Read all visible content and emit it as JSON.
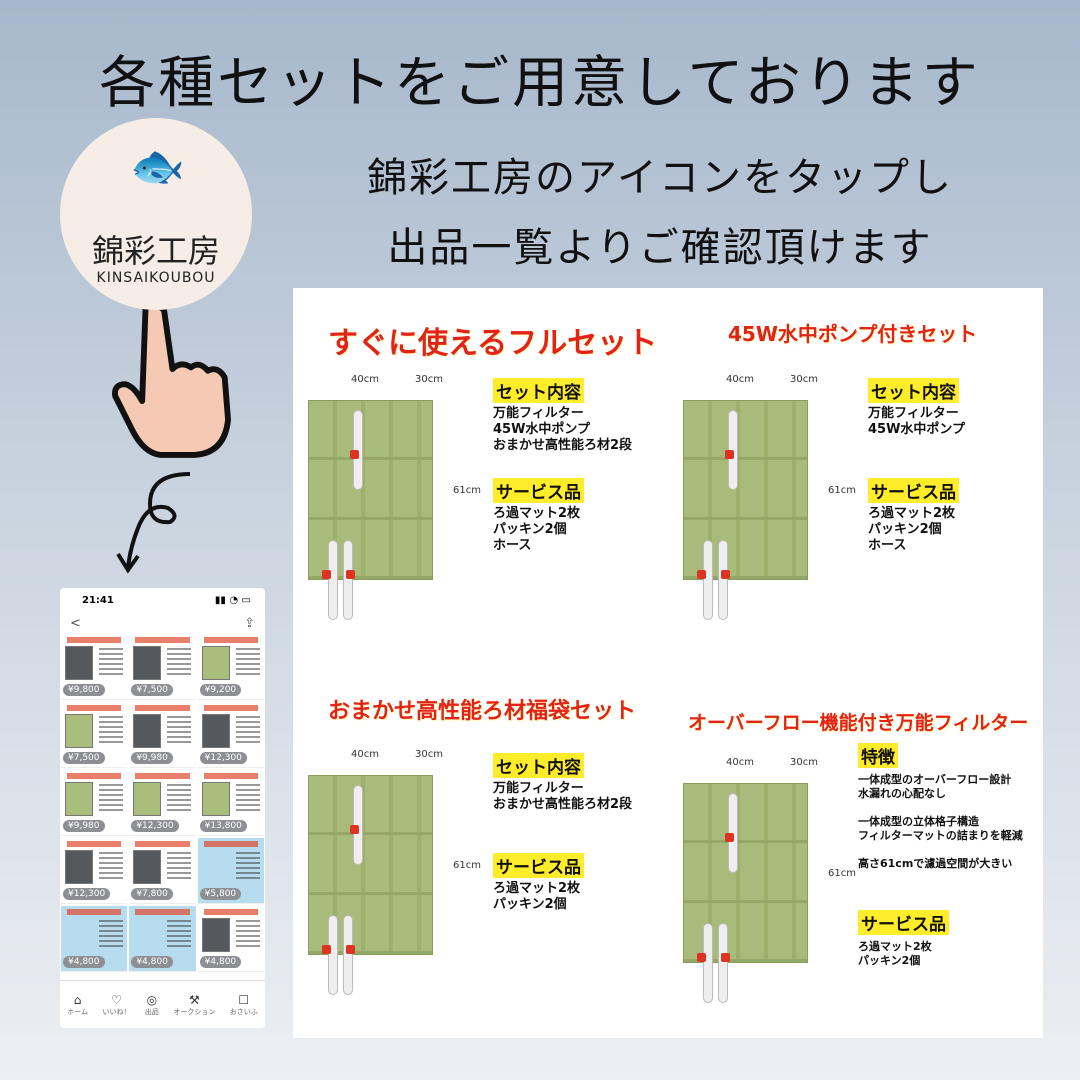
{
  "headline": "各種セットをご用意しております",
  "sub": [
    "錦彩工房のアイコンをタップし",
    "出品一覧よりご確認頂けます"
  ],
  "logo": {
    "name": "錦彩工房",
    "romaji": "KINSAIKOUBOU"
  },
  "phone": {
    "time": "21:41",
    "back": "<",
    "share": "⇪",
    "prices": [
      "¥9,800",
      "¥7,500",
      "¥9,200",
      "¥7,500",
      "¥9,980",
      "¥12,300",
      "¥9,980",
      "¥12,300",
      "¥13,800",
      "¥12,300",
      "¥7,800",
      "¥5,800",
      "¥4,800",
      "¥4,800",
      "¥4,800"
    ],
    "tabs": [
      {
        "icon": "⌂",
        "label": "ホーム"
      },
      {
        "icon": "♡",
        "label": "いいね！"
      },
      {
        "icon": "◎",
        "label": "出品"
      },
      {
        "icon": "⚒",
        "label": "オークション"
      },
      {
        "icon": "☐",
        "label": "おさいふ"
      }
    ]
  },
  "sets": [
    {
      "title": "すぐに使えるフルセット",
      "w": "40cm",
      "d": "30cm",
      "h": "61cm",
      "label1": "セット内容",
      "text1": "万能フィルター\n45W水中ポンプ\nおまかせ高性能ろ材2段",
      "label2": "サービス品",
      "text2": "ろ過マット2枚\nパッキン2個\nホース"
    },
    {
      "title": "45W水中ポンプ付きセット",
      "w": "40cm",
      "d": "30cm",
      "h": "61cm",
      "label1": "セット内容",
      "text1": "万能フィルター\n45W水中ポンプ",
      "label2": "サービス品",
      "text2": "ろ過マット2枚\nパッキン2個\nホース"
    },
    {
      "title": "おまかせ高性能ろ材福袋セット",
      "w": "40cm",
      "d": "30cm",
      "h": "61cm",
      "label1": "セット内容",
      "text1": "万能フィルター\nおまかせ高性能ろ材2段",
      "label2": "サービス品",
      "text2": "ろ過マット2枚\nパッキン2個"
    },
    {
      "title": "オーバーフロー機能付き万能フィルター",
      "w": "40cm",
      "d": "30cm",
      "h": "61cm",
      "label1": "特徴",
      "text1": "一体成型のオーバーフロー設計\n水漏れの心配なし\n\n一体成型の立体格子構造\nフィルターマットの詰まりを軽減\n\n高さ61cmで濾過空間が大きい",
      "label2": "サービス品",
      "text2": "ろ過マット2枚\nパッキン2個"
    }
  ]
}
